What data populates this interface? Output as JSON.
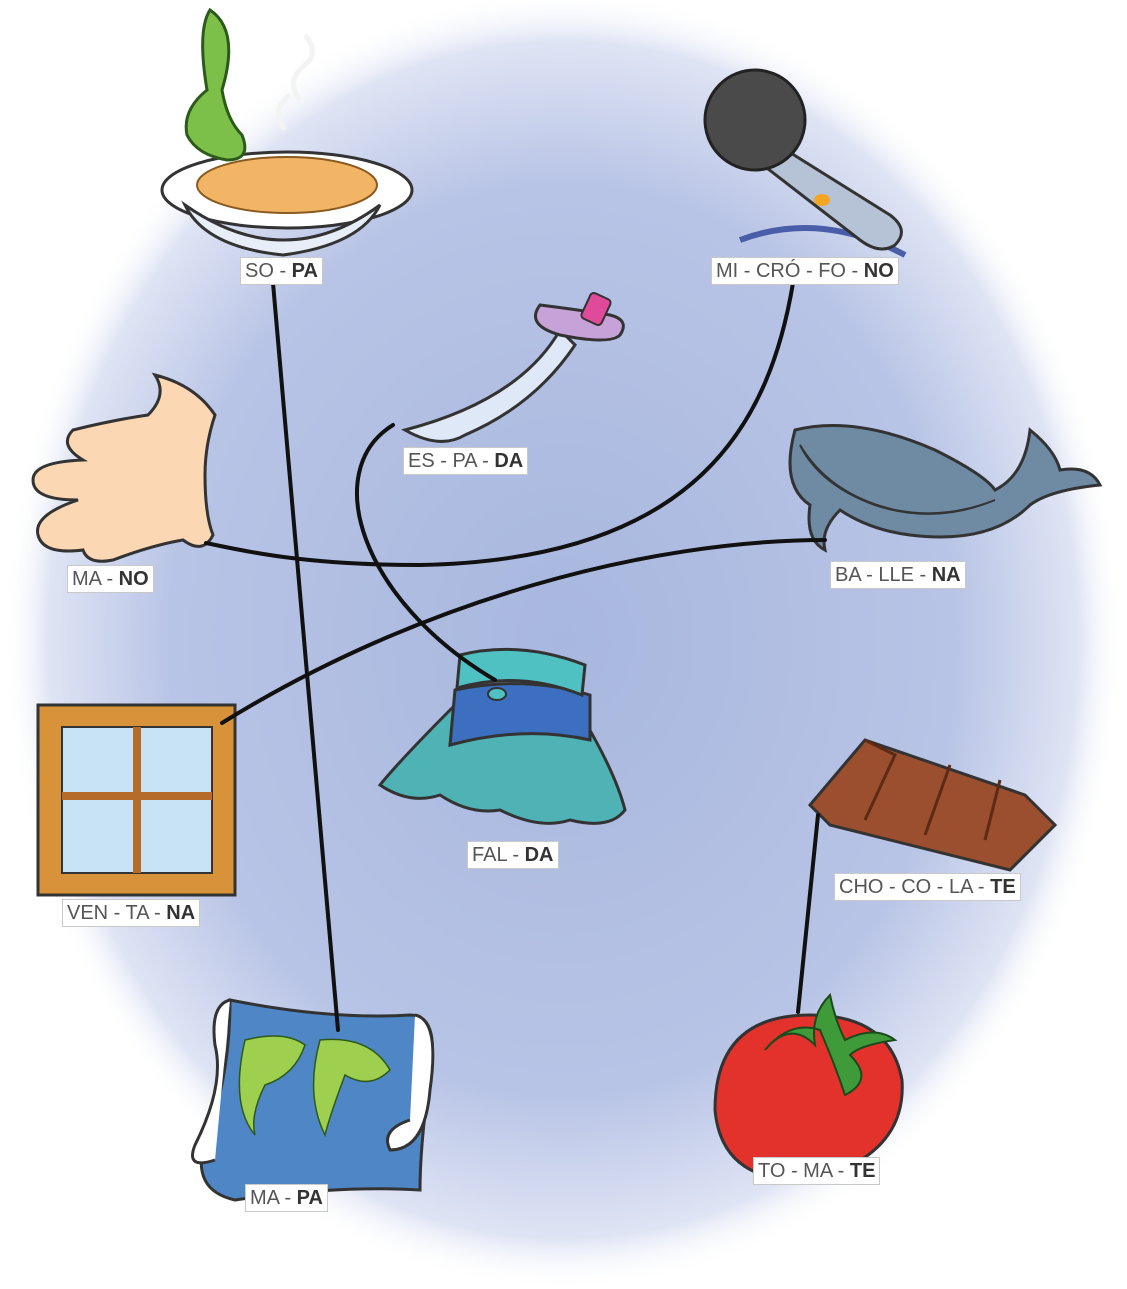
{
  "labels": {
    "sopa": {
      "plain": "SO - ",
      "bold": "PA"
    },
    "microfono": {
      "plain": "MI - CRÓ - FO - ",
      "bold": "NO"
    },
    "espada": {
      "plain": "ES - PA - ",
      "bold": "DA"
    },
    "mano": {
      "plain": "MA - ",
      "bold": "NO"
    },
    "ballena": {
      "plain": "BA - LLE - ",
      "bold": "NA"
    },
    "ventana": {
      "plain": "VEN - TA - ",
      "bold": "NA"
    },
    "falda": {
      "plain": "FAL - ",
      "bold": "DA"
    },
    "chocolate": {
      "plain": "CHO - CO - LA - ",
      "bold": "TE"
    },
    "mapa": {
      "plain": "MA - ",
      "bold": "PA"
    },
    "tomate": {
      "plain": "TO - MA - ",
      "bold": "TE"
    }
  },
  "colors": {
    "background_glow": "#aebce0",
    "line": "#111111"
  },
  "icons": [
    "soup-bowl-icon",
    "microphone-icon",
    "sword-icon",
    "hand-icon",
    "whale-icon",
    "window-icon",
    "skirt-icon",
    "chocolate-bar-icon",
    "world-map-icon",
    "tomato-icon"
  ]
}
